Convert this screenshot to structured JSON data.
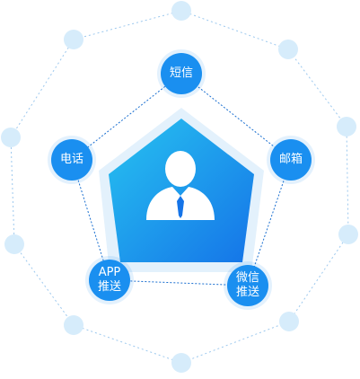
{
  "colors": {
    "outer_dot": "#d6ecfb",
    "dotted_line": "#9cc8ee",
    "pentagon_halo": "#e3f1fc",
    "pentagon_top": "#27c3f0",
    "pentagon_bottom": "#1574e8",
    "node_fill": "#1a8ff0",
    "node_text": "#ffffff"
  },
  "icons": {
    "center": "user-avatar-icon"
  },
  "nodes": {
    "sms": {
      "lines": [
        "短信"
      ]
    },
    "email": {
      "lines": [
        "邮箱"
      ]
    },
    "wechat": {
      "lines": [
        "微信",
        "推送"
      ]
    },
    "app": {
      "lines": [
        "APP",
        "推送"
      ]
    },
    "phone": {
      "lines": [
        "电话"
      ]
    }
  }
}
